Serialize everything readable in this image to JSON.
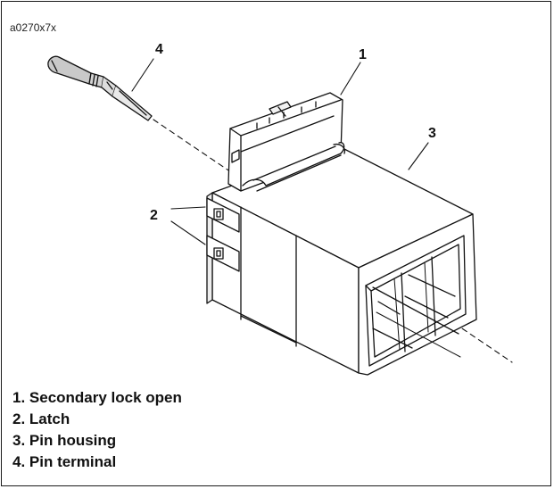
{
  "figure_id": "a0270x7x",
  "callouts": [
    "1",
    "2",
    "3",
    "4"
  ],
  "legend": [
    "1. Secondary lock open",
    "2. Latch",
    "3. Pin housing",
    "4. Pin terminal"
  ]
}
